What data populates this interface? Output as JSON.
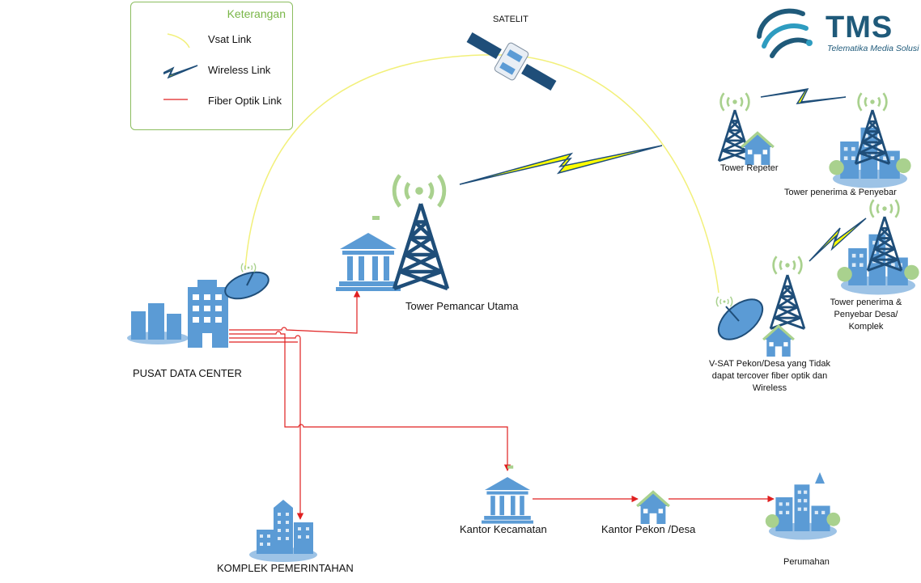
{
  "legend": {
    "title": "Keterangan",
    "items": [
      {
        "label": "Vsat Link",
        "color": "#f2f07a"
      },
      {
        "label": "Wireless Link",
        "color": "#ffff00"
      },
      {
        "label": "Fiber Optik Link",
        "color": "#e02020"
      }
    ]
  },
  "logo": {
    "name": "TMS",
    "tagline": "Telematika Media Solusi",
    "color": "#1f5a7a"
  },
  "nodes": {
    "satelit": "SATELIT",
    "tower_utama": "Tower Pemancar Utama",
    "data_center": "PUSAT DATA CENTER",
    "tower_repeter": "Tower Repeter",
    "tower_penerima": "Tower penerima & Penyebar",
    "tower_desa": [
      "Tower penerima &",
      "Penyebar Desa/",
      "Komplek"
    ],
    "vsat_pekon": [
      "V-SAT Pekon/Desa yang Tidak",
      "dapat tercover fiber optik dan",
      "Wireless"
    ],
    "komplek": "KOMPLEK PEMERINTAHAN",
    "kecamatan": "Kantor Kecamatan",
    "pekon": "Kantor Pekon /Desa",
    "perumahan": "Perumahan"
  },
  "colors": {
    "icon_blue": "#5b9bd5",
    "icon_dark": "#1f4e79",
    "signal_green": "#a9d18e",
    "fiber_red": "#e02020",
    "vsat_yellow": "#f2f07a",
    "bolt_yellow": "#ffff00",
    "legend_border": "#8cbd5f"
  }
}
